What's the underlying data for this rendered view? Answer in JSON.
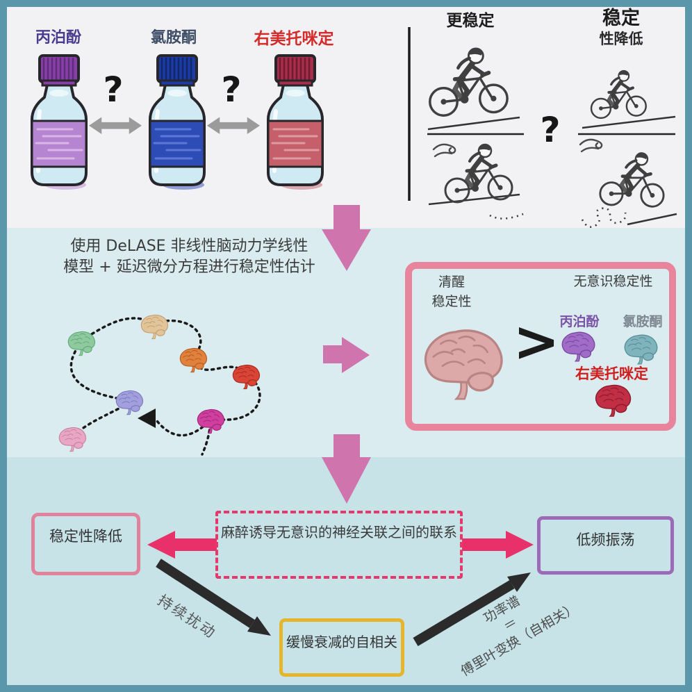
{
  "frame": {
    "border_color": "#5b97aa"
  },
  "sections": {
    "top_bg": "#f2f1f4",
    "middle_bg": "#daecef",
    "bottom_bg": "#c7e3e8"
  },
  "colors": {
    "pink_block_arrow": "#cf74ad",
    "pink_hot_arrow": "#e8316b",
    "gray_arrow": "#9b9b9b",
    "black_arrow": "#2b2b2b",
    "trajectory_line": "#1a1a1a"
  },
  "top_panel": {
    "bottles": [
      {
        "name": "丙泊酚",
        "name_color": "#4a3d8f",
        "cap": "#8a3fa8",
        "cap_dark": "#5e2d7a",
        "band": "#b685d2",
        "band_light": "#d9b6e8"
      },
      {
        "name": "氯胺酮",
        "name_color": "#3d4d66",
        "cap": "#1c3ba8",
        "cap_dark": "#122865",
        "band": "#2e4cb5",
        "band_light": "#5c77d6"
      },
      {
        "name": "右美托咪定",
        "name_color": "#d42b2b",
        "cap": "#aa2e4a",
        "cap_dark": "#6e1c32",
        "band": "#c5606b",
        "band_light": "#e09aa2"
      }
    ],
    "question_1": "?",
    "question_2": "?"
  },
  "bike_panel": {
    "label_more_stable": "更稳定",
    "label_stable": "稳定",
    "label_reduced": "性降低",
    "question": "?"
  },
  "middle_panel": {
    "method_line1": "使用 DeLASE 非线性脑动力学线性",
    "method_line2": "模型 + 延迟微分方程进行稳定性估计",
    "trajectory_brain_colors": [
      {
        "fill": "#8fca9f",
        "sulci": "#5fa877"
      },
      {
        "fill": "#e2c49b",
        "sulci": "#c29f6d"
      },
      {
        "fill": "#e0813d",
        "sulci": "#b35c20"
      },
      {
        "fill": "#d94434",
        "sulci": "#a52a1e"
      },
      {
        "fill": "#cf3f9e",
        "sulci": "#a02578"
      },
      {
        "fill": "#a2a0dc",
        "sulci": "#7a77bd"
      },
      {
        "fill": "#e8a8c4",
        "sulci": "#c77fa3"
      }
    ],
    "box": {
      "border_color": "#e8849b",
      "awake_line1": "清醒",
      "awake_line2": "稳定性",
      "unconscious_label": "无意识稳定性",
      "greater_than": ">",
      "awake_brain": {
        "fill": "#dca8a8",
        "sulci": "#b98484"
      },
      "drugs": [
        {
          "name": "丙泊酚",
          "name_color": "#7a52a8",
          "brain_fill": "#a06cc8",
          "brain_sulci": "#7a48a0"
        },
        {
          "name": "氯胺酮",
          "name_color": "#7d8691",
          "brain_fill": "#80b4bc",
          "brain_sulci": "#589098"
        },
        {
          "name": "右美托咪定",
          "name_color": "#cf1f1f",
          "brain_fill": "#c22f45",
          "brain_sulci": "#8e1c2e"
        }
      ]
    }
  },
  "bottom_panel": {
    "left_box": {
      "label": "稳定性降低",
      "border_color": "#e0829b"
    },
    "center_box": {
      "label": "麻醉诱导无意识的神经关联之间的联系",
      "border_color": "#e23a6a"
    },
    "right_box": {
      "label": "低频振荡",
      "border_color": "#9d6ab8"
    },
    "autocorr_box": {
      "label": "缓慢衰减的自相关",
      "border_color": "#e5b52c"
    },
    "arrow_left_label": "持续扰动",
    "power_label_line1": "功率谱",
    "power_label_line2": "＝",
    "power_label_line3": "傅里叶变换（自相关）"
  }
}
